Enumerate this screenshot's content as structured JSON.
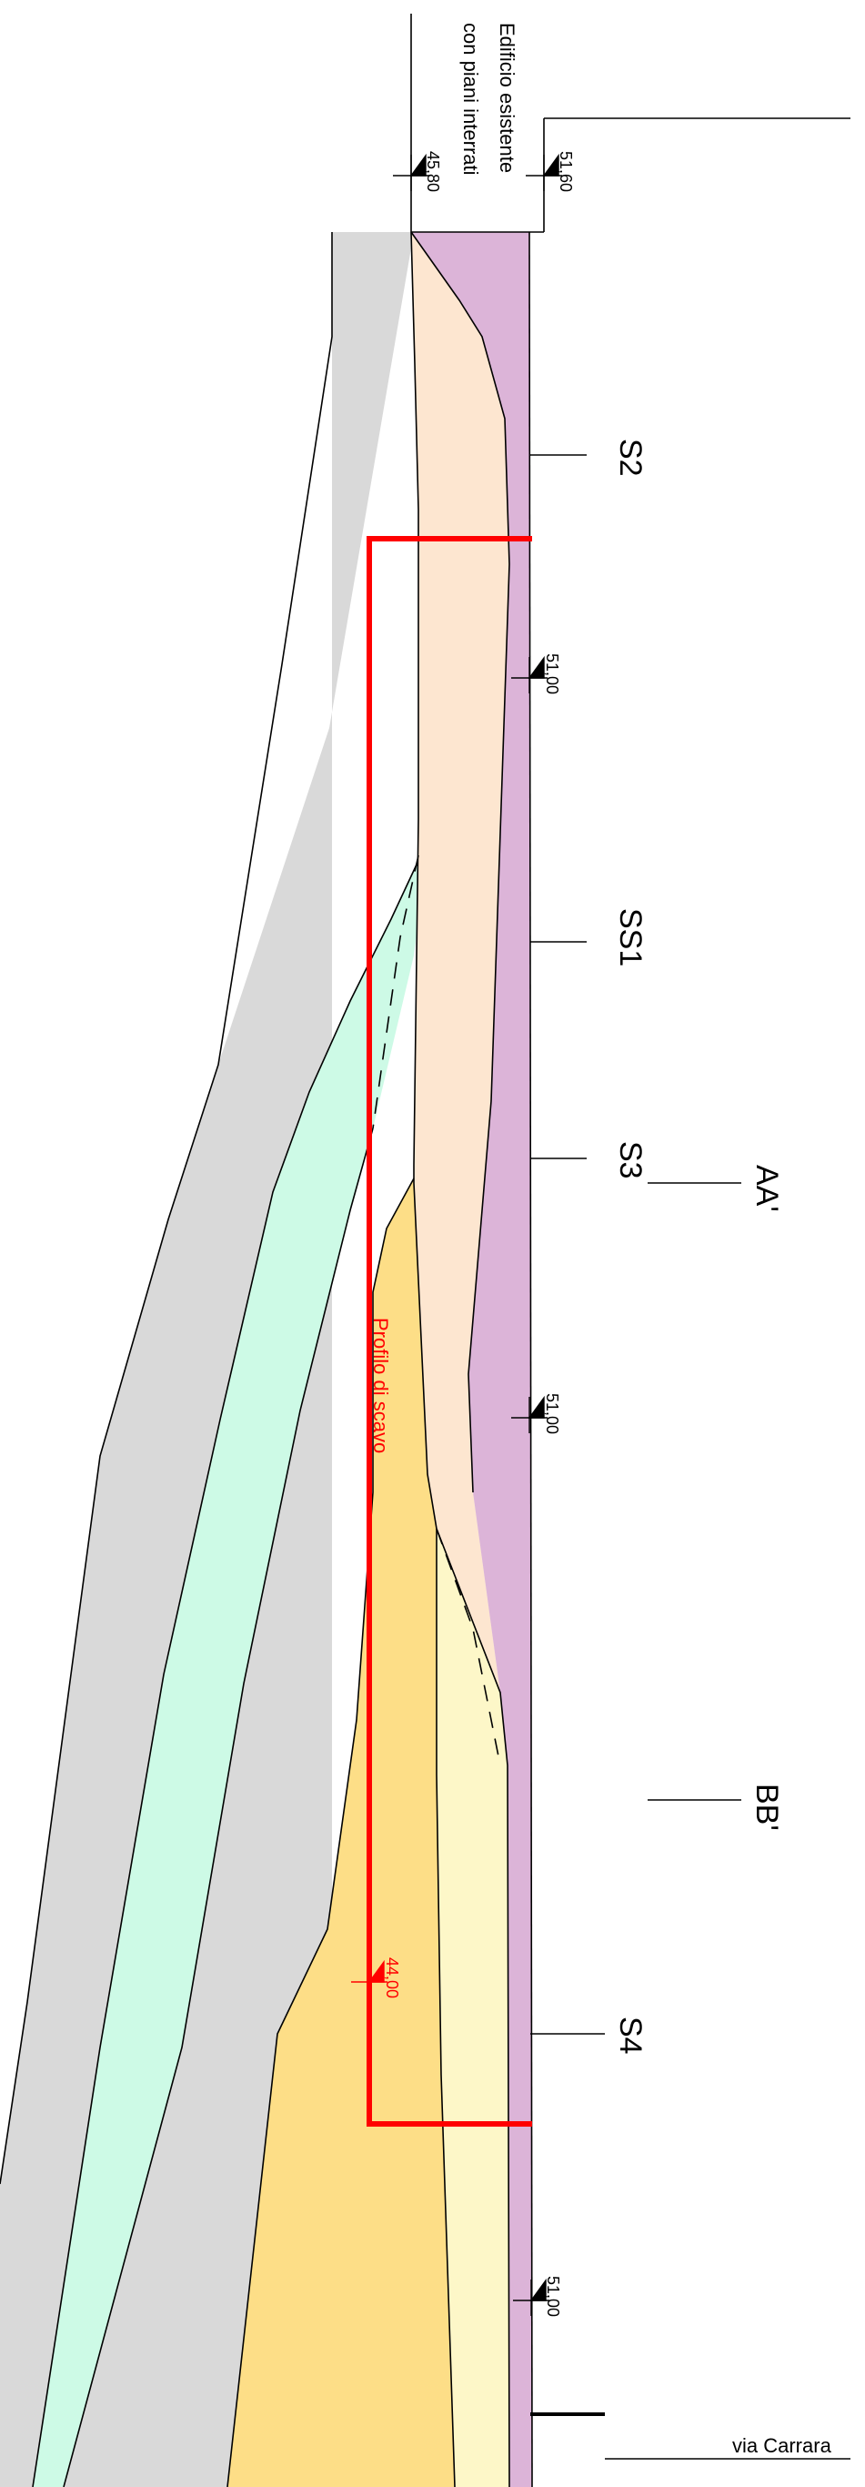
{
  "labels": {
    "building_line1": "Edificio esistente",
    "building_line2": "con piani interrati",
    "excavation_profile": "Profilo di scavo",
    "street": "via Carrara"
  },
  "boreholes": [
    "S2",
    "SS1",
    "S3",
    "S4"
  ],
  "sections": [
    "AA'",
    "BB'"
  ],
  "elevations": {
    "building_base": "45,80",
    "ground_top": "51,60",
    "ground_1": "51,00",
    "ground_2": "51,00",
    "ground_3": "51,00",
    "excavation_bottom": "44,00"
  },
  "colors": {
    "fill_soil": "#dcb4d8",
    "peach_layer": "#fde6d0",
    "mint_layer": "#cdfae6",
    "orange_layer": "#fdde87",
    "yellow_layer": "#fdf7c8",
    "grey_zone": "#d9d9d9",
    "excavation": "#ff0000"
  }
}
